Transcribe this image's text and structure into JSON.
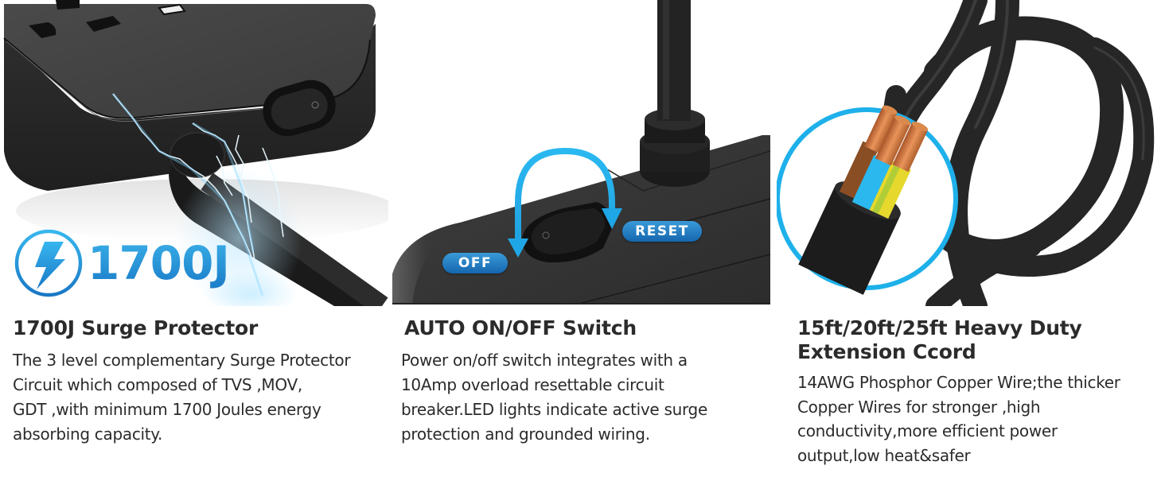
{
  "panels": [
    {
      "id": "surge-protector",
      "badge": {
        "icon": "lightning-bolt-circle-icon",
        "value": "1700J",
        "accent_color": "#1e8fd8"
      },
      "title": "1700J  Surge Protector",
      "body_lines": [
        "The 3 level complementary Surge Protector",
        "Circuit which composed of TVS ,MOV,",
        "GDT ,with minimum 1700 Joules energy",
        "absorbing capacity."
      ]
    },
    {
      "id": "auto-switch",
      "labels": {
        "off": "OFF",
        "reset": "RESET"
      },
      "arrow_color": "#22aee8",
      "title": "AUTO ON/OFF Switch",
      "body_lines": [
        "Power on/off switch integrates with a",
        "10Amp overload resettable circuit",
        "breaker.LED lights indicate active surge",
        "protection and grounded wiring."
      ]
    },
    {
      "id": "extension-cord",
      "ring_color": "#1eb0ea",
      "title_lines": [
        "15ft/20ft/25ft Heavy Duty",
        "Extension Ccord"
      ],
      "body_lines": [
        "14AWG Phosphor Copper Wire;the thicker",
        "Copper Wires for stronger ,high",
        "conductivity,more efficient power",
        "output,low heat&safer"
      ]
    }
  ]
}
